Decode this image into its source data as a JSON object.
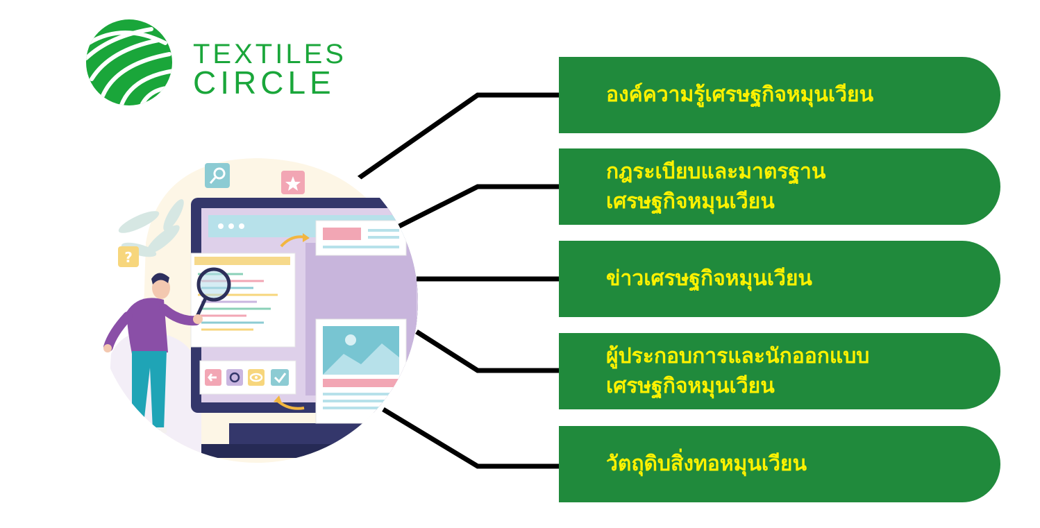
{
  "logo": {
    "line1": "TEXTILES",
    "line2": "CIRCLE",
    "color": "#1aa63a"
  },
  "menu": {
    "button_color": "#208a3c",
    "label_color": "#fff200",
    "items": [
      {
        "label": "องค์ความรู้เศรษฐกิจหมุนเวียน"
      },
      {
        "label": "กฎระเบียบและมาตรฐาน\nเศรษฐกิจหมุนเวียน"
      },
      {
        "label": "ข่าวเศรษฐกิจหมุนเวียน"
      },
      {
        "label": "ผู้ประกอบการและนักออกแบบ\nเศรษฐกิจหมุนเวียน"
      },
      {
        "label": "วัตถุดิบสิ่งทอหมุนเวียน"
      }
    ]
  },
  "illustration": {
    "subject": "person-inspecting-website-with-magnifier",
    "icons": [
      "search-icon",
      "star-icon",
      "question-icon",
      "back-arrow-icon",
      "gear-icon",
      "eye-icon",
      "check-icon",
      "image-icon"
    ]
  }
}
